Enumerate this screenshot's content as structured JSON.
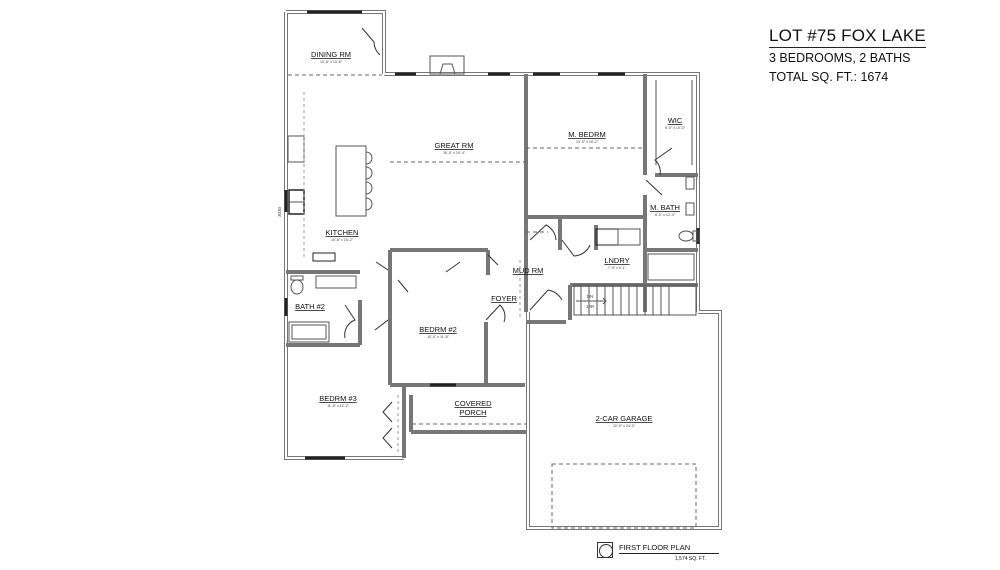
{
  "title_block": {
    "title": "LOT #75 FOX LAKE",
    "subtitle": "3 BEDROOMS, 2 BATHS",
    "total_sqft": "TOTAL SQ. FT.: 1674"
  },
  "rooms": [
    {
      "id": "dining",
      "label": "DINING RM",
      "dims": "10'-8\" x 10'-8\""
    },
    {
      "id": "great",
      "label": "GREAT RM",
      "dims": "16'-0\" x 19'-4\""
    },
    {
      "id": "mbedrm",
      "label": "M. BEDRM",
      "dims": "13'-0\" x 16'-2\""
    },
    {
      "id": "wic",
      "label": "WIC",
      "dims": "6'-0\" x 10'-3\""
    },
    {
      "id": "mbath",
      "label": "M. BATH",
      "dims": "6'-0\" x 12'-4\""
    },
    {
      "id": "kitchen",
      "label": "KITCHEN",
      "dims": "10'-8\" x 15'-2\""
    },
    {
      "id": "mudrm",
      "label": "MUD RM",
      "dims": ""
    },
    {
      "id": "lndry",
      "label": "LNDRY",
      "dims": "7'-9\" x 6'-1\""
    },
    {
      "id": "foyer",
      "label": "FOYER",
      "dims": ""
    },
    {
      "id": "bath2",
      "label": "BATH #2",
      "dims": ""
    },
    {
      "id": "bedrm2",
      "label": "BEDRM #2",
      "dims": "10'-0\" x 11'-8\""
    },
    {
      "id": "bedrm3",
      "label": "BEDRM #3",
      "dims": "11'-6\" x 12'-2\""
    },
    {
      "id": "porch_1",
      "label": "COVERED",
      "dims": ""
    },
    {
      "id": "porch_2",
      "label": "PORCH",
      "dims": ""
    },
    {
      "id": "garage",
      "label": "2-CAR GARAGE",
      "dims": "22'-0\" x 24'-0\""
    }
  ],
  "annotations": {
    "window_kitchen": "3030",
    "stairs_dir": "DN",
    "stairs_risers": "14R"
  },
  "plan_label": {
    "name": "FIRST FLOOR PLAN",
    "sqft": "1,574 SQ. FT."
  }
}
